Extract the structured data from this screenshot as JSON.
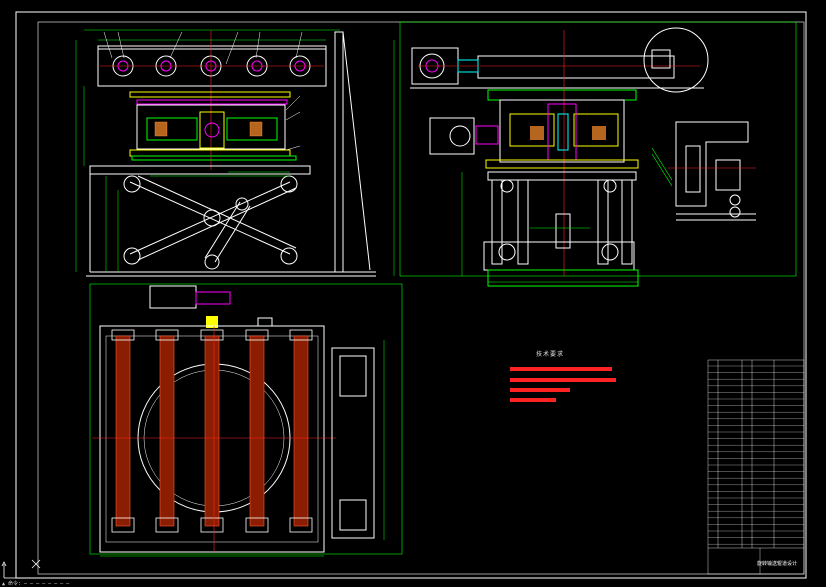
{
  "drawing": {
    "colors": {
      "background": "#000000",
      "outline": "#ffffff",
      "frame": "#00ff00",
      "centerline": "#ff2020",
      "dimension": "#00ff00",
      "highlight": "#ffff00",
      "parts": "#ff00ff",
      "shaft": "#00ffff",
      "rollers": "#cc3300"
    },
    "tech_requirements_title": "技术要求",
    "tech_line_count": 4,
    "title_block_name": "旋转输送辊道设计",
    "status_line": "▲ 命令: ─ ─ ─ ─ ─ ─ ─ ─"
  },
  "icons": {
    "ucs": "ucs-axis-icon",
    "cursor": "arrow-cursor-icon"
  }
}
